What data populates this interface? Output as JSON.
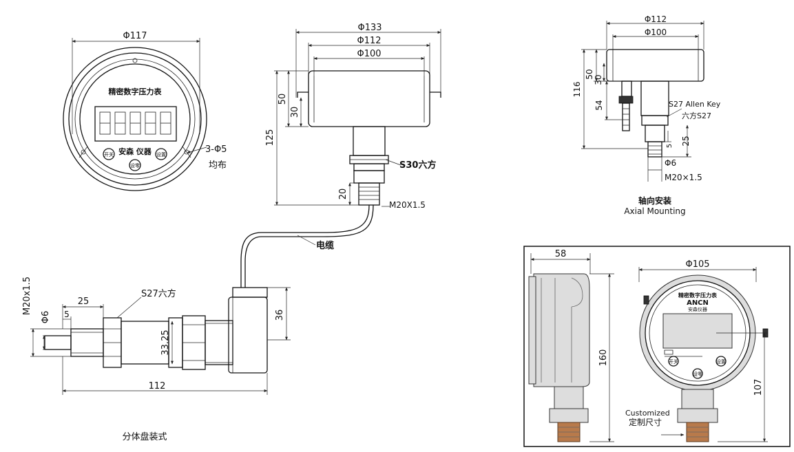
{
  "panel_mount": {
    "dim_outer_dia": "Φ117",
    "gauge_title": "精密数字压力表",
    "gauge_brand": "安森 仪器",
    "btn_left": "开关",
    "btn_center": "设零",
    "btn_right": "设置",
    "dim_holes": "3-Φ5",
    "holes_note": "均布",
    "dim_dia_133": "Φ133",
    "dim_dia_112": "Φ112",
    "dim_dia_100": "Φ100",
    "dim_50": "50",
    "dim_30": "30",
    "dim_125": "125",
    "dim_20": "20",
    "hex_s30": "S30六方",
    "thread_m20": "M20X1.5",
    "cable_label": "电缆",
    "sensor_thread": "M20x1.5",
    "sensor_dia6": "Φ6",
    "sensor_5": "5",
    "sensor_25": "25",
    "sensor_hex": "S27六方",
    "sensor_3325": "33.25",
    "sensor_36": "36",
    "sensor_112": "112",
    "caption": "分体盘装式"
  },
  "axial_mount": {
    "dim_dia_112": "Φ112",
    "dim_dia_100": "Φ100",
    "dim_116": "116",
    "dim_50": "50",
    "dim_30": "30",
    "dim_54": "54",
    "allen_key": "S27 Allen Key",
    "hex_label": "六方S27",
    "dim_5": "5",
    "dim_25": "25",
    "dim_dia6": "Φ6",
    "thread": "M20×1.5",
    "caption_cn": "轴向安装",
    "caption_en": "Axial Mounting"
  },
  "photo_view": {
    "dim_58": "58",
    "dim_dia105": "Φ105",
    "dim_160": "160",
    "dim_107": "107",
    "gauge_title": "精密数字压力表",
    "brand_logo": "ANCN",
    "brand_name": "安森仪器",
    "btn_left": "开关",
    "btn_center": "设零",
    "btn_right": "设置",
    "custom_en": "Customized",
    "custom_cn": "定制尺寸"
  }
}
